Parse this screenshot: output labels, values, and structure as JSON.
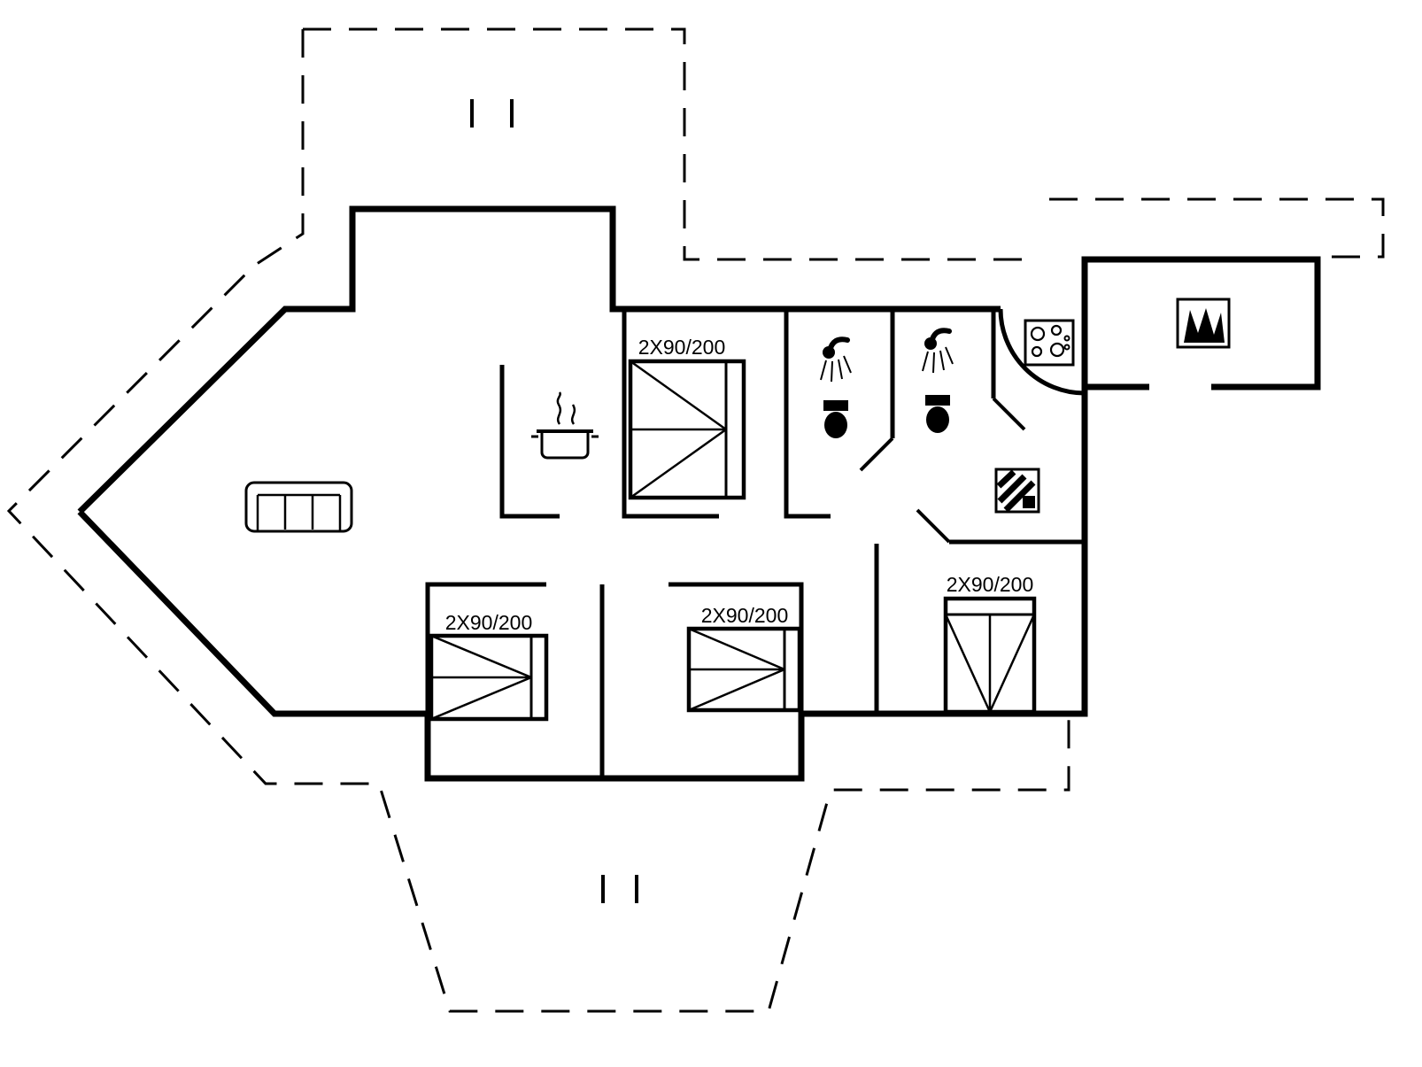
{
  "floor_plan": {
    "type": "house-floor-plan",
    "bed_labels": [
      {
        "id": "bedroom-top",
        "label": "2X90/200"
      },
      {
        "id": "bedroom-bottom-left",
        "label": "2X90/200"
      },
      {
        "id": "bedroom-bottom-middle",
        "label": "2X90/200"
      },
      {
        "id": "bedroom-bottom-right",
        "label": "2X90/200"
      }
    ],
    "icons": [
      "sofa-icon",
      "cooking-pot-icon",
      "double-bed-icon",
      "shower-icon",
      "toilet-icon",
      "hob-icon",
      "wood-stove-icon",
      "washing-machine-icon",
      "door-arc",
      "terrace-gate-marks"
    ],
    "colors": {
      "line": "#000000",
      "background": "#ffffff"
    }
  }
}
